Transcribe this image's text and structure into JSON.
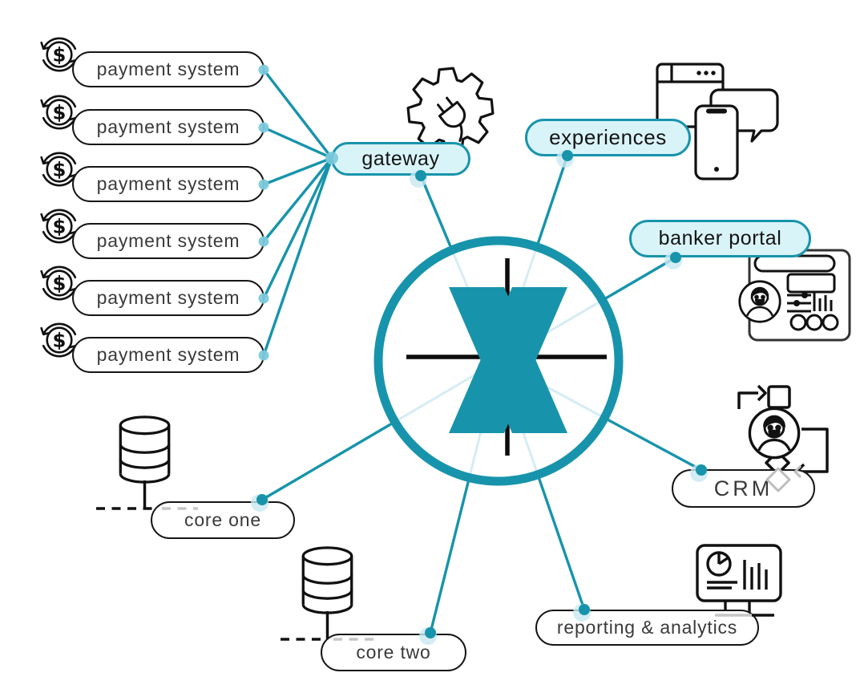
{
  "colors": {
    "accent": "#1794ab",
    "accent_fill": "#d9f4f9",
    "pale_line": "#d6ecf4",
    "halo": "#c9e8f2",
    "light_dot": "#7ccadd",
    "ink": "#111111",
    "gray": "#c6c6c6"
  },
  "hub": {
    "glyph": "x"
  },
  "nodes": {
    "payment_systems": [
      {
        "label": "payment system"
      },
      {
        "label": "payment system"
      },
      {
        "label": "payment system"
      },
      {
        "label": "payment system"
      },
      {
        "label": "payment system"
      },
      {
        "label": "payment system"
      }
    ],
    "gateway": {
      "label": "gateway"
    },
    "experiences": {
      "label": "experiences"
    },
    "banker_portal": {
      "label": "banker portal"
    },
    "crm": {
      "label": "CRM"
    },
    "reporting_analytics": {
      "label": "reporting & analytics"
    },
    "core_one": {
      "label": "core one"
    },
    "core_two": {
      "label": "core two"
    }
  },
  "icons": [
    "coin-refresh-icon",
    "gear-plug-icon",
    "devices-icon",
    "banker-dashboard-icon",
    "workflow-person-icon",
    "monitor-analytics-icon",
    "database-icon"
  ],
  "connections": [
    {
      "from": "payment-system-1",
      "to": "gateway"
    },
    {
      "from": "payment-system-2",
      "to": "gateway"
    },
    {
      "from": "payment-system-3",
      "to": "gateway"
    },
    {
      "from": "payment-system-4",
      "to": "gateway"
    },
    {
      "from": "payment-system-5",
      "to": "gateway"
    },
    {
      "from": "payment-system-6",
      "to": "gateway"
    },
    {
      "from": "gateway",
      "to": "hub"
    },
    {
      "from": "experiences",
      "to": "hub"
    },
    {
      "from": "banker-portal",
      "to": "hub"
    },
    {
      "from": "crm",
      "to": "hub"
    },
    {
      "from": "reporting-analytics",
      "to": "hub"
    },
    {
      "from": "core-two",
      "to": "hub"
    },
    {
      "from": "core-one",
      "to": "hub"
    }
  ]
}
